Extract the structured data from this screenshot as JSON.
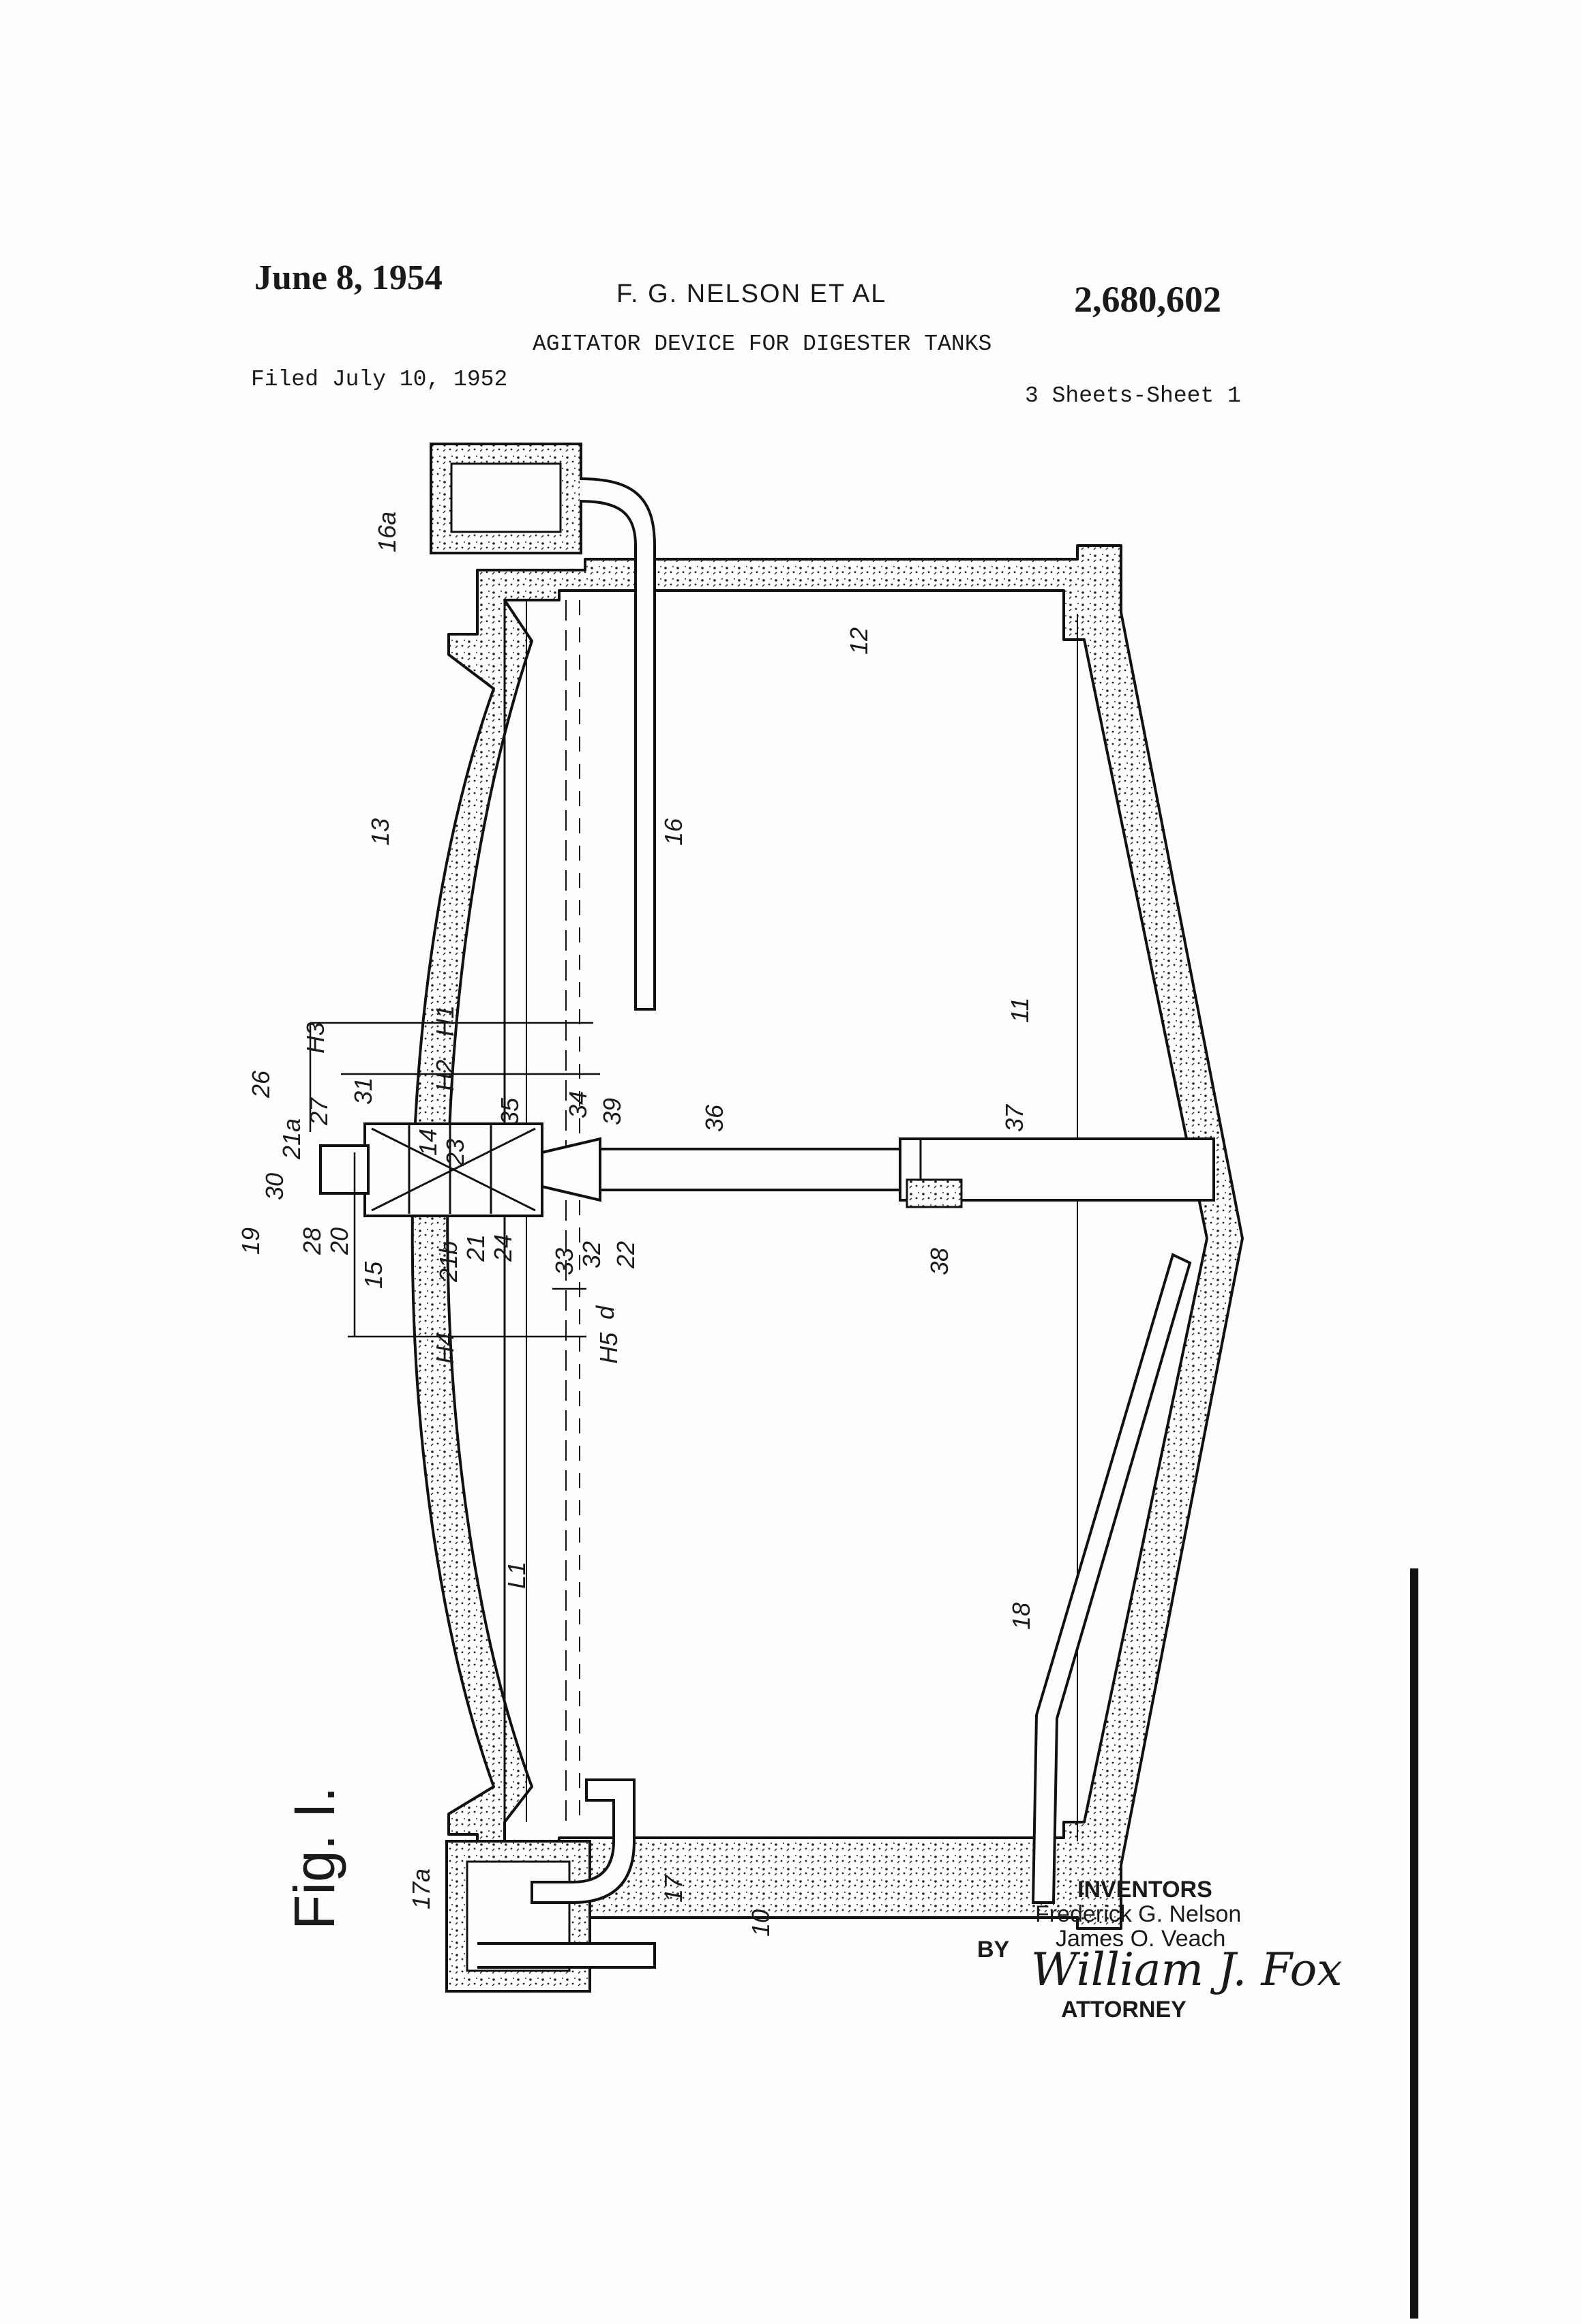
{
  "header": {
    "date": "June 8, 1954",
    "inventor_line": "F. G. NELSON ET AL",
    "patent_number": "2,680,602",
    "title": "AGITATOR DEVICE FOR DIGESTER TANKS",
    "filed": "Filed July 10, 1952",
    "sheet_info": "3 Sheets-Sheet 1"
  },
  "figure": {
    "label": "Fig. I.",
    "refs": {
      "r10": "10",
      "r11": "11",
      "r12": "12",
      "r13": "13",
      "r14": "14",
      "r15": "15",
      "r16": "16",
      "r16a": "16a",
      "r17": "17",
      "r17a": "17a",
      "r18": "18",
      "r19": "19",
      "r20": "20",
      "r21": "21",
      "r21a": "21a",
      "r21b": "21b",
      "r22": "22",
      "r23": "23",
      "r24": "24",
      "r26": "26",
      "r27": "27",
      "r28": "28",
      "r30": "30",
      "r31": "31",
      "r32": "32",
      "r33": "33",
      "r34": "34",
      "r35": "35",
      "r36": "36",
      "r37": "37",
      "r38": "38",
      "r39": "39",
      "H1": "H1",
      "H2": "H2",
      "H3": "H3",
      "H4": "H4",
      "H5": "H5",
      "d": "d",
      "L1": "L1"
    }
  },
  "signature": {
    "heading": "INVENTORS",
    "inventor_1": "Frederick G. Nelson",
    "inventor_2": "James O. Veach",
    "by": "BY",
    "attorney_name": "William J. Fox",
    "attorney_label": "ATTORNEY"
  }
}
